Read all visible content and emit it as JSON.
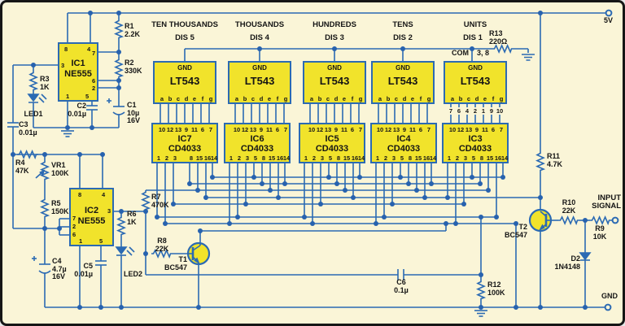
{
  "rails": {
    "vcc": "5V",
    "gnd": "GND"
  },
  "com": {
    "label": "COM",
    "pins": "3, 8"
  },
  "input": {
    "line1": "INPUT",
    "line2": "SIGNAL"
  },
  "display_chip": {
    "part": "LT543",
    "top_pin": "GND",
    "seg_pins": [
      "a",
      "b",
      "c",
      "d",
      "e",
      "f",
      "g"
    ]
  },
  "display_groups": [
    {
      "group": "TEN THOUSANDS",
      "dis": "DIS 5"
    },
    {
      "group": "THOUSANDS",
      "dis": "DIS 4"
    },
    {
      "group": "HUNDREDS",
      "dis": "DIS 3"
    },
    {
      "group": "TENS",
      "dis": "DIS 2"
    },
    {
      "group": "UNITS",
      "dis": "DIS 1"
    }
  ],
  "units_display_pins": [
    "7",
    "6",
    "4",
    "2",
    "1",
    "9",
    "10"
  ],
  "counter_top_pins": [
    "10",
    "12",
    "13",
    "9",
    "11",
    "6",
    "7"
  ],
  "counters": [
    {
      "name": "IC7",
      "part": "CD4033",
      "bottom_pins": [
        "1",
        "2",
        "3",
        "",
        "8",
        "15",
        "16",
        "14"
      ]
    },
    {
      "name": "IC6",
      "part": "CD4033",
      "bottom_pins": [
        "1",
        "2",
        "3",
        "5",
        "8",
        "15",
        "16",
        "14"
      ]
    },
    {
      "name": "IC5",
      "part": "CD4033",
      "bottom_pins": [
        "1",
        "2",
        "3",
        "5",
        "8",
        "15",
        "16",
        "14"
      ]
    },
    {
      "name": "IC4",
      "part": "CD4033",
      "bottom_pins": [
        "1",
        "2",
        "3",
        "5",
        "8",
        "15",
        "16",
        "14"
      ]
    },
    {
      "name": "IC3",
      "part": "CD4033",
      "bottom_pins": [
        "1",
        "2",
        "3",
        "5",
        "8",
        "15",
        "16",
        "14"
      ]
    }
  ],
  "timers": [
    {
      "name": "IC1",
      "part": "NE555",
      "pins": {
        "p8": "8",
        "p4": "4",
        "p7": "7",
        "p3": "3",
        "p6": "6",
        "p2": "2",
        "p1": "1",
        "p5": "5"
      }
    },
    {
      "name": "IC2",
      "part": "NE555",
      "pins": {
        "p8": "8",
        "p4": "4",
        "p7": "7",
        "p3": "3",
        "p6": "6",
        "p2": "2",
        "p1": "1",
        "p5": "5"
      }
    }
  ],
  "parts": {
    "R1": {
      "ref": "R1",
      "value": "2.2K"
    },
    "R2": {
      "ref": "R2",
      "value": "330K"
    },
    "R3": {
      "ref": "R3",
      "value": "1K"
    },
    "R4": {
      "ref": "R4",
      "value": "47K"
    },
    "VR1": {
      "ref": "VR1",
      "value": "100K"
    },
    "R5": {
      "ref": "R5",
      "value": "150K"
    },
    "R6": {
      "ref": "R6",
      "value": "1K"
    },
    "R7": {
      "ref": "R7",
      "value": "470K"
    },
    "R8": {
      "ref": "R8",
      "value": "22K"
    },
    "R9": {
      "ref": "R9",
      "value": "10K"
    },
    "R10": {
      "ref": "R10",
      "value": "22K"
    },
    "R11": {
      "ref": "R11",
      "value": "4.7K"
    },
    "R12": {
      "ref": "R12",
      "value": "100K"
    },
    "R13": {
      "ref": "R13",
      "value": "220Ω"
    },
    "C1": {
      "ref": "C1",
      "value": "10µ",
      "value2": "16V"
    },
    "C2": {
      "ref": "C2",
      "value": "0.01µ"
    },
    "C3": {
      "ref": "C3",
      "value": "0.01µ"
    },
    "C4": {
      "ref": "C4",
      "value": "4.7µ",
      "value2": "16V"
    },
    "C5": {
      "ref": "C5",
      "value": "0.01µ"
    },
    "C6": {
      "ref": "C6",
      "value": "0.1µ"
    },
    "LED1": {
      "ref": "LED1"
    },
    "LED2": {
      "ref": "LED2"
    },
    "T1": {
      "ref": "T1",
      "value": "BC547"
    },
    "T2": {
      "ref": "T2",
      "value": "BC547"
    },
    "D2": {
      "ref": "D2",
      "value": "1N4148"
    }
  }
}
